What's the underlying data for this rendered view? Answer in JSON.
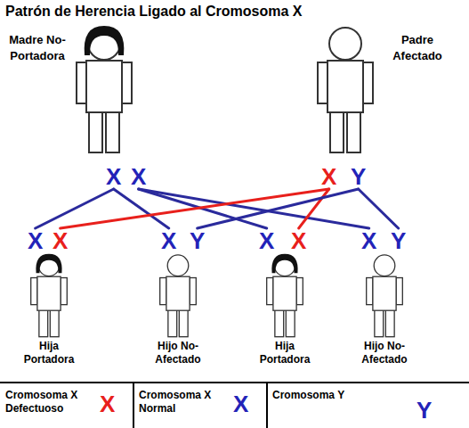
{
  "diagram": {
    "title": "Patrón de Herencia Ligado al Cromosoma X",
    "nodes": [
      {
        "text": [
          "Madre No-Portadora"
        ]
      },
      {
        "text": [
          "Padre Afectado"
        ]
      },
      {
        "text": [
          "X"
        ]
      },
      {
        "text": [
          "X"
        ]
      },
      {
        "text": [
          "X"
        ]
      },
      {
        "text": [
          "Y"
        ]
      },
      {
        "text": [
          "X"
        ]
      },
      {
        "text": [
          "X"
        ]
      },
      {
        "text": [
          "X"
        ]
      },
      {
        "text": [
          "Y"
        ]
      },
      {
        "text": [
          "X"
        ]
      },
      {
        "text": [
          "X"
        ]
      },
      {
        "text": [
          "X"
        ]
      },
      {
        "text": [
          "Y"
        ]
      },
      {
        "text": [
          "Hija Portadora"
        ]
      },
      {
        "text": [
          "Hijo No-Afectado"
        ]
      },
      {
        "text": [
          "Hija Portadora"
        ]
      },
      {
        "text": [
          "Hijo No-Afectado"
        ]
      }
    ],
    "edges": [
      {
        "from": 2,
        "to": 6,
        "arrow": "none"
      },
      {
        "from": 2,
        "to": 8,
        "arrow": "none"
      },
      {
        "from": 3,
        "to": 10,
        "arrow": "none"
      },
      {
        "from": 3,
        "to": 12,
        "arrow": "none"
      },
      {
        "from": 4,
        "to": 7,
        "arrow": "none"
      },
      {
        "from": 4,
        "to": 11,
        "arrow": "none"
      },
      {
        "from": 5,
        "to": 9,
        "arrow": "none"
      },
      {
        "from": 5,
        "to": 13,
        "arrow": "none"
      }
    ],
    "labels": [
      "X",
      "X",
      "Y"
    ],
    "legend": [
      {
        "text": "Cromosoma X Defectuoso",
        "color": "#e8201c"
      },
      {
        "text": "Cromosoma X Normal",
        "color": "#2323b8"
      },
      {
        "text": "Cromosoma Y",
        "color": "#2323b8"
      }
    ]
  }
}
